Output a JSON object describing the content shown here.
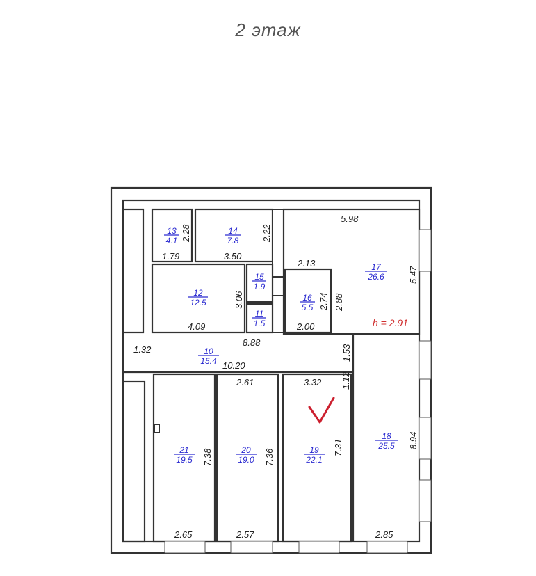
{
  "title": "2 этаж",
  "ceiling_height": "h = 2.91",
  "rooms": [
    {
      "number": "13",
      "area": "4.1"
    },
    {
      "number": "14",
      "area": "7.8"
    },
    {
      "number": "15",
      "area": "1.9"
    },
    {
      "number": "11",
      "area": "1.5"
    },
    {
      "number": "12",
      "area": "12.5"
    },
    {
      "number": "16",
      "area": "5.5"
    },
    {
      "number": "17",
      "area": "26.6"
    },
    {
      "number": "10",
      "area": "15.4"
    },
    {
      "number": "21",
      "area": "19.5"
    },
    {
      "number": "20",
      "area": "19.0"
    },
    {
      "number": "19",
      "area": "22.1"
    },
    {
      "number": "18",
      "area": "25.5"
    }
  ],
  "dimensions": [
    "5.98",
    "2.28",
    "2.22",
    "1.79",
    "3.50",
    "2.13",
    "5.47",
    "3.06",
    "2.74",
    "2.88",
    "4.09",
    "2.00",
    "1.32",
    "8.88",
    "1.53",
    "10.20",
    "2.61",
    "3.32",
    "1.12",
    "7.38",
    "7.36",
    "7.31",
    "8.94",
    "2.65",
    "2.57",
    "2.85"
  ],
  "mark_color": "#cc1f2e"
}
